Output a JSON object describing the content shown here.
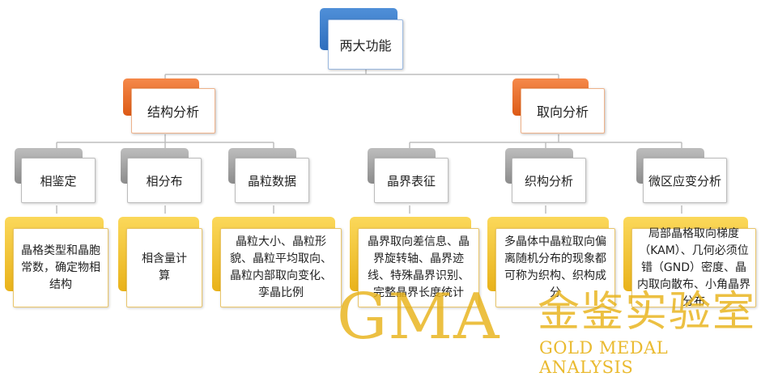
{
  "diagram": {
    "root": {
      "label": "两大功能"
    },
    "branches": [
      {
        "label": "结构分析",
        "children": [
          {
            "label": "相鉴定",
            "detail": "晶格类型和晶胞常数，确定物相结构"
          },
          {
            "label": "相分布",
            "detail": "相含量计算"
          },
          {
            "label": "晶粒数据",
            "detail": "晶粒大小、晶粒形貌、晶粒平均取向、晶粒内部取向变化、孪晶比例"
          }
        ]
      },
      {
        "label": "取向分析",
        "children": [
          {
            "label": "晶界表征",
            "detail": "晶界取向差信息、晶界旋转轴、晶界迹线、特殊晶界识别、完整晶界长度统计"
          },
          {
            "label": "织构分析",
            "detail": "多晶体中晶粒取向偏离随机分布的现象都可称为织构、织构成分"
          },
          {
            "label": "微区应变分析",
            "detail": "局部晶格取向梯度（KAM）、几何必须位错（GND）密度、晶内取向散布、小角晶界分布"
          }
        ]
      }
    ]
  },
  "watermark": {
    "logo": "GMA",
    "cn": "金鉴实验室",
    "en": "GOLD MEDAL ANALYSIS"
  },
  "colors": {
    "root_tab": "#3a7fd0",
    "branch_tab": "#e8651f",
    "sub_tab": "#a0a0a0",
    "detail_tab": "#f2c230",
    "connector": "#bdbdbd"
  }
}
